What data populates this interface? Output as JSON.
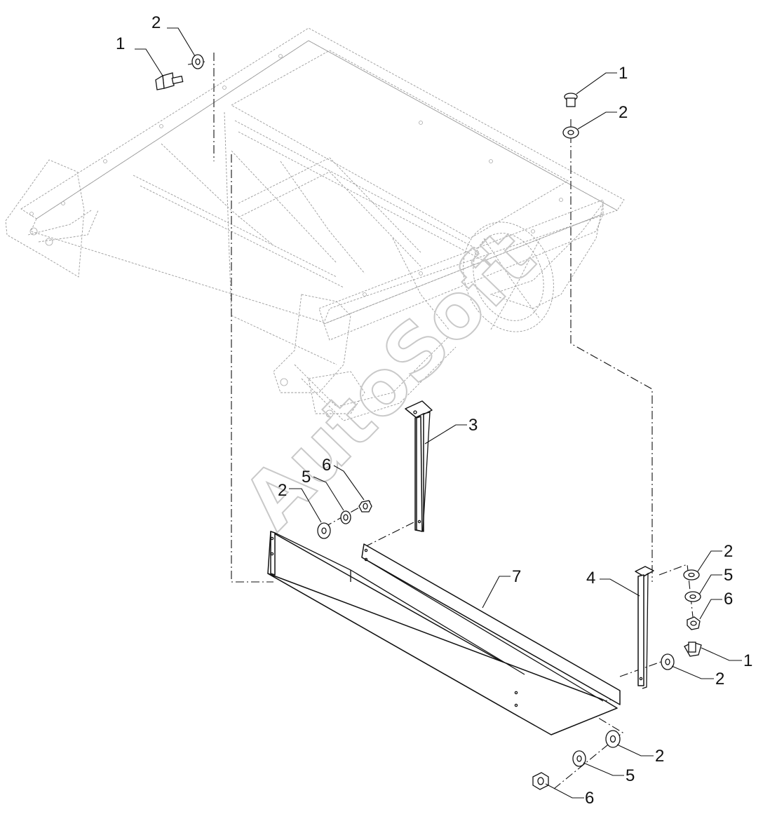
{
  "watermark": "AutoSoft",
  "callouts": [
    {
      "id": "c-top-left-1",
      "text": "1"
    },
    {
      "id": "c-top-left-2",
      "text": "2"
    },
    {
      "id": "c-top-right-1",
      "text": "1"
    },
    {
      "id": "c-top-right-2",
      "text": "2"
    },
    {
      "id": "c-3",
      "text": "3"
    },
    {
      "id": "c-mid-2",
      "text": "2"
    },
    {
      "id": "c-mid-5",
      "text": "5"
    },
    {
      "id": "c-mid-6",
      "text": "6"
    },
    {
      "id": "c-7",
      "text": "7"
    },
    {
      "id": "c-4",
      "text": "4"
    },
    {
      "id": "c-right-2a",
      "text": "2"
    },
    {
      "id": "c-right-5",
      "text": "5"
    },
    {
      "id": "c-right-6",
      "text": "6"
    },
    {
      "id": "c-right-1",
      "text": "1"
    },
    {
      "id": "c-right-2b",
      "text": "2"
    },
    {
      "id": "c-bottom-2",
      "text": "2"
    },
    {
      "id": "c-bottom-5",
      "text": "5"
    },
    {
      "id": "c-bottom-6",
      "text": "6"
    }
  ]
}
